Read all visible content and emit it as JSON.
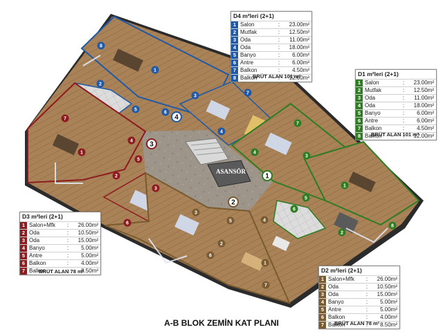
{
  "title": "A-B BLOK ZEMİN KAT PLANI",
  "elevator_label": "ASANSÖR",
  "colors": {
    "d1": "#2e7d23",
    "d2": "#7a5a2f",
    "d3": "#8e1b1e",
    "d4": "#1f5aa6",
    "floor_wood": "#a07c52",
    "corridor": "#9b9186",
    "wall": "#3a3a3a"
  },
  "unit_pins": [
    "1",
    "2",
    "3",
    "4"
  ],
  "legends": [
    {
      "id": "d4",
      "title": "D4 m²leri (2+1)",
      "color": "#1f5aa6",
      "rows": [
        {
          "n": "1",
          "label": "Salon",
          "value": "23.00m²"
        },
        {
          "n": "2",
          "label": "Mutfak",
          "value": "12.50m²"
        },
        {
          "n": "3",
          "label": "Oda",
          "value": "11.00m²"
        },
        {
          "n": "4",
          "label": "Oda",
          "value": "18.00m²"
        },
        {
          "n": "5",
          "label": "Banyo",
          "value": "6.00m²"
        },
        {
          "n": "6",
          "label": "Antre",
          "value": "6.00m²"
        },
        {
          "n": "7",
          "label": "Balkon",
          "value": "4.50m²"
        },
        {
          "n": "8",
          "label": "Balkon",
          "value": "12.00m²"
        }
      ],
      "brut": "BRÜT ALAN 101 m²"
    },
    {
      "id": "d1",
      "title": "D1 m²leri (2+1)",
      "color": "#2e7d23",
      "rows": [
        {
          "n": "1",
          "label": "Salon",
          "value": "23.00m²"
        },
        {
          "n": "2",
          "label": "Mutfak",
          "value": "12.50m²"
        },
        {
          "n": "3",
          "label": "Oda",
          "value": "11.00m²"
        },
        {
          "n": "4",
          "label": "Oda",
          "value": "18.00m²"
        },
        {
          "n": "5",
          "label": "Banyo",
          "value": "6.00m²"
        },
        {
          "n": "6",
          "label": "Antre",
          "value": "6.00m²"
        },
        {
          "n": "7",
          "label": "Balkon",
          "value": "4.50m²"
        },
        {
          "n": "8",
          "label": "Balkon",
          "value": "12.00m²"
        }
      ],
      "brut": "BRÜT ALAN 101 m²"
    },
    {
      "id": "d3",
      "title": "D3 m²leri (2+1)",
      "color": "#8e1b1e",
      "rows": [
        {
          "n": "1",
          "label": "Salon+Mfk",
          "value": "26.00m²"
        },
        {
          "n": "2",
          "label": "Oda",
          "value": "10.50m²"
        },
        {
          "n": "3",
          "label": "Oda",
          "value": "15.00m²"
        },
        {
          "n": "4",
          "label": "Banyo",
          "value": "5.00m²"
        },
        {
          "n": "5",
          "label": "Antre",
          "value": "5.00m²"
        },
        {
          "n": "6",
          "label": "Balkon",
          "value": "4.00m²"
        },
        {
          "n": "7",
          "label": "Balkon",
          "value": "8.50m²"
        }
      ],
      "brut": "BRÜT ALAN 78 m²"
    },
    {
      "id": "d2",
      "title": "D2 m²leri (2+1)",
      "color": "#7a5a2f",
      "rows": [
        {
          "n": "1",
          "label": "Salon+Mfk",
          "value": "26.00m²"
        },
        {
          "n": "2",
          "label": "Oda",
          "value": "10.50m²"
        },
        {
          "n": "3",
          "label": "Oda",
          "value": "15.00m²"
        },
        {
          "n": "4",
          "label": "Banyo",
          "value": "5.00m²"
        },
        {
          "n": "5",
          "label": "Antre",
          "value": "5.00m²"
        },
        {
          "n": "6",
          "label": "Balkon",
          "value": "4.00m²"
        },
        {
          "n": "7",
          "label": "Balkon",
          "value": "8.50m²"
        }
      ],
      "brut": "BRÜT ALAN 78 m²"
    }
  ]
}
